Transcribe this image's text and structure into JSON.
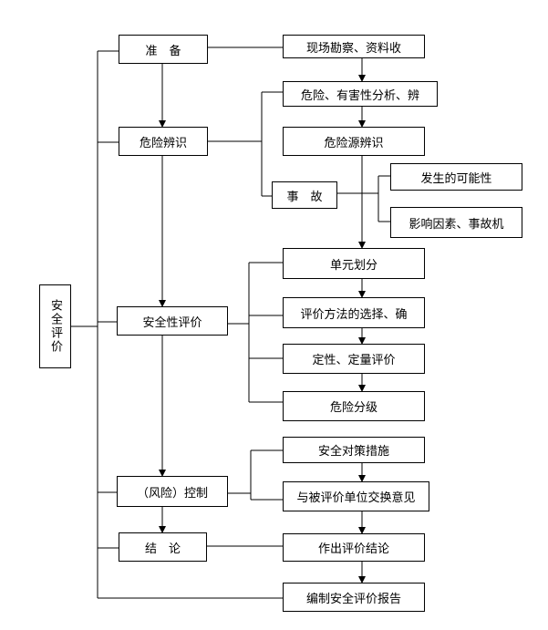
{
  "root": {
    "label": "安全评价"
  },
  "stages": {
    "prepare": "准　备",
    "identify": "危险辨识",
    "evaluate": "安全性评价",
    "control": "（风险）控制",
    "conclude": "结　论"
  },
  "steps": {
    "survey": "现场勘察、资料收",
    "hazard_analysis": "危险、有害性分析、辨",
    "source_identify": "危险源辨识",
    "accident": "事　故",
    "likelihood": "发生的可能性",
    "factors": "影响因素、事故机",
    "unit_division": "单元划分",
    "method_select": "评价方法的选择、确",
    "qual_quant": "定性、定量评价",
    "grading": "危险分级",
    "measures": "安全对策措施",
    "exchange": "与被评价单位交换意见",
    "conclusion": "作出评价结论",
    "report": "编制安全评价报告"
  }
}
